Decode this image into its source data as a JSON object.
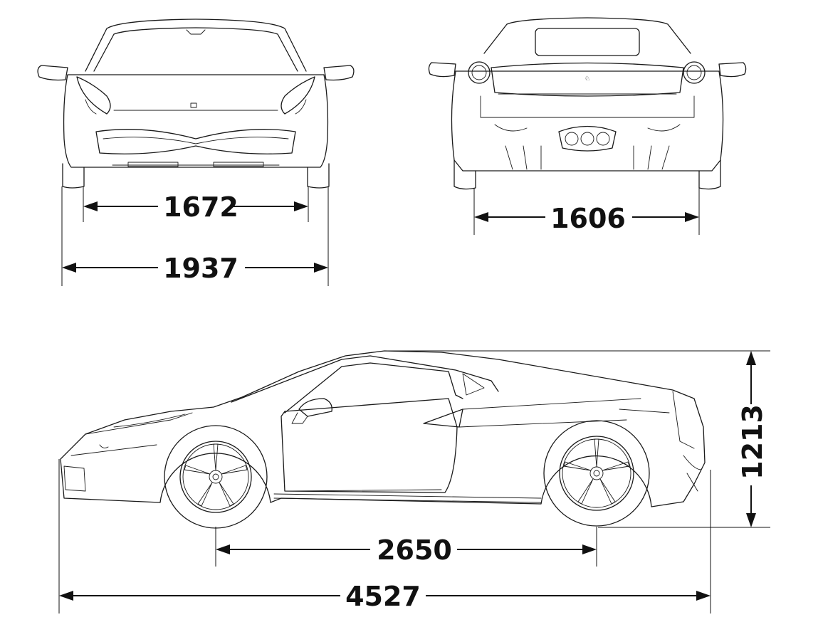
{
  "colors": {
    "line": "#1a1a1a",
    "background": "#ffffff"
  },
  "views": {
    "front": {
      "track_label": "1672",
      "width_label": "1937"
    },
    "rear": {
      "track_label": "1606"
    },
    "side": {
      "wheelbase_label": "2650",
      "length_label": "4527",
      "height_label": "1213"
    }
  }
}
